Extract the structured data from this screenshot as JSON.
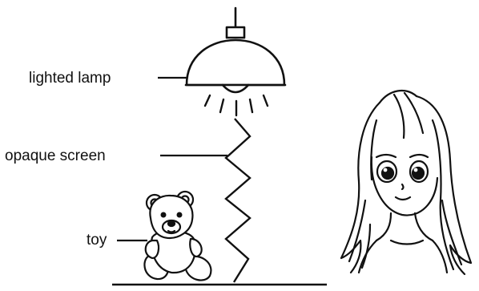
{
  "diagram": {
    "labels": {
      "lamp": "lighted lamp",
      "screen": "opaque screen",
      "toy": "toy"
    },
    "icons": [
      "lamp-icon",
      "light-rays-icon",
      "zigzag-screen-icon",
      "teddy-bear-icon",
      "girl-face-icon",
      "table-surface-icon"
    ]
  }
}
